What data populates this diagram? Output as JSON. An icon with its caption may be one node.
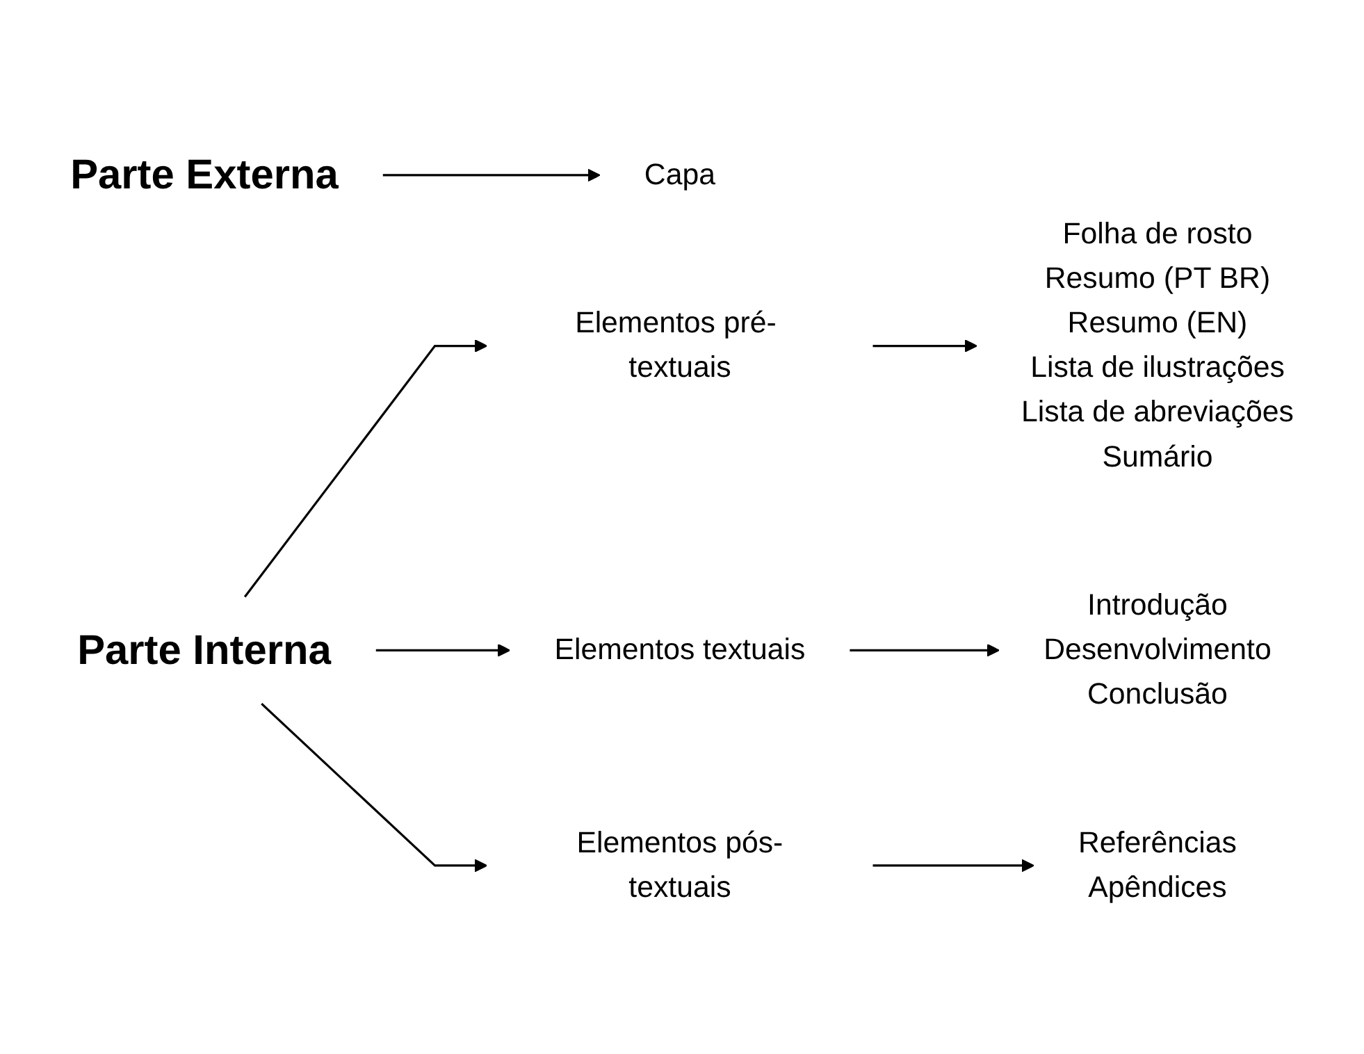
{
  "diagram": {
    "nodes": [
      {
        "text": [
          "Parte Externa"
        ]
      },
      {
        "text": [
          "Capa"
        ]
      },
      {
        "text": [
          "Elementos pré- textuais"
        ]
      },
      {
        "text": [
          "Folha de rosto",
          "Resumo (PT BR)",
          "Resumo (EN)",
          "Lista de ilustrações",
          "Lista de abreviações",
          "Sumário"
        ]
      },
      {
        "text": [
          "Parte Interna"
        ]
      },
      {
        "text": [
          "Elementos textuais"
        ]
      },
      {
        "text": [
          "Introdução",
          "Desenvolvimento",
          "Conclusão"
        ]
      },
      {
        "text": [
          "Elementos pós-textuais"
        ]
      },
      {
        "text": [
          "Referências",
          "Apêndices"
        ]
      }
    ],
    "edges": [
      {
        "from": 0,
        "to": 1,
        "arrow": "to"
      },
      {
        "from": 4,
        "to": 2,
        "arrow": "to"
      },
      {
        "from": 4,
        "to": 5,
        "arrow": "to"
      },
      {
        "from": 4,
        "to": 7,
        "arrow": "to"
      },
      {
        "from": 2,
        "to": 3,
        "arrow": "to"
      },
      {
        "from": 5,
        "to": 6,
        "arrow": "to"
      },
      {
        "from": 7,
        "to": 8,
        "arrow": "to"
      }
    ]
  }
}
